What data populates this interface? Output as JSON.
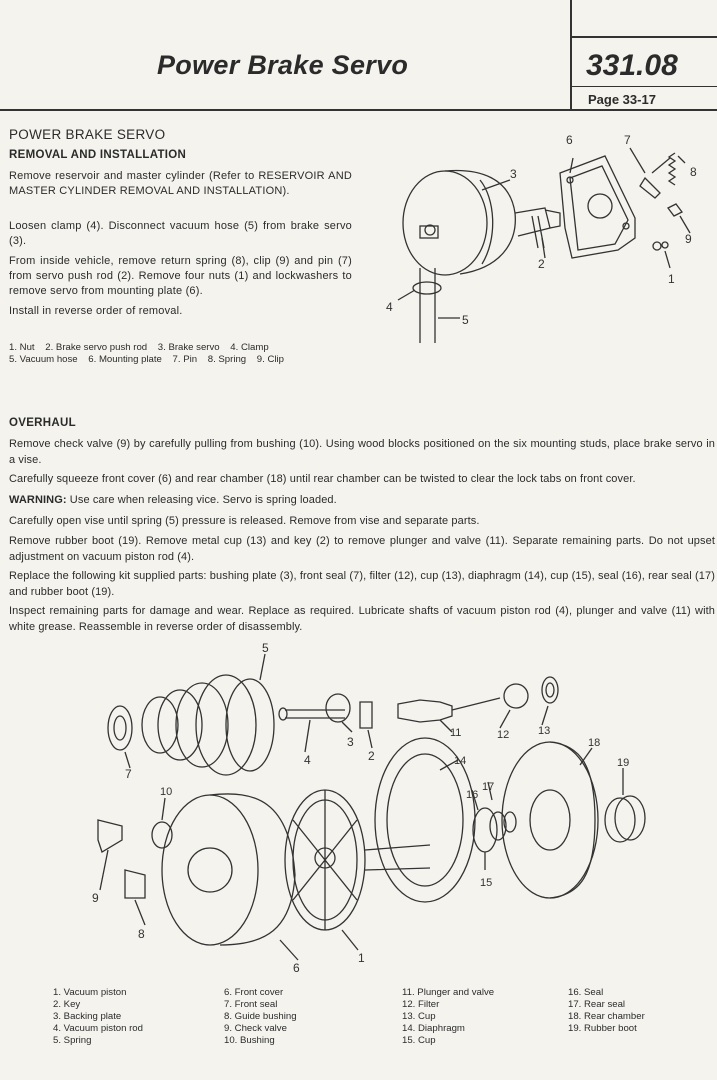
{
  "header": {
    "title": "Power Brake Servo",
    "doc_number": "331.08",
    "page": "Page 33-17"
  },
  "section1": {
    "heading": "POWER BRAKE SERVO",
    "subheading": "REMOVAL AND INSTALLATION",
    "paragraphs": [
      "Remove reservoir and master cylinder (Refer to RESERVOIR AND MASTER CYLINDER REMOVAL AND INSTALLATION).",
      "Loosen clamp (4). Disconnect vacuum hose (5) from brake servo (3).",
      "From inside vehicle, remove return spring (8), clip (9) and pin (7) from servo push rod (2). Remove four nuts (1) and lockwashers to remove servo from mounting plate (6).",
      "Install in reverse order of removal."
    ],
    "legend_line1": "1. Nut    2. Brake servo push rod    3. Brake servo    4. Clamp",
    "legend_line2": "5. Vacuum hose    6. Mounting plate    7. Pin    8. Spring    9. Clip",
    "figure_labels": [
      "1",
      "2",
      "3",
      "4",
      "5",
      "6",
      "7",
      "8",
      "9"
    ]
  },
  "section2": {
    "heading": "OVERHAUL",
    "paragraphs": [
      "Remove check valve (9) by carefully pulling from bushing (10). Using wood blocks positioned on the six mounting studs, place brake servo in a vise.",
      "Carefully squeeze front cover (6) and rear chamber (18) until rear chamber can be twisted to clear the lock tabs on front cover.",
      "Carefully open vise until spring (5) pressure is released. Remove from vise and separate parts.",
      "Remove rubber boot (19). Remove metal cup (13) and key (2) to remove plunger and valve (11). Separate remaining parts. Do not upset adjustment on vacuum piston rod (4).",
      "Replace the following kit supplied parts: bushing plate (3), front seal (7), filter (12), cup (13), diaphragm (14), cup (15), seal (16), rear seal (17) and rubber boot (19).",
      "Inspect remaining parts for damage and wear. Replace as required. Lubricate shafts of vacuum piston rod (4), plunger and valve (11) with white grease. Reassemble in reverse order of disassembly."
    ],
    "warning_label": "WARNING:",
    "warning_text": " Use care when releasing vice. Servo is spring loaded.",
    "figure_labels": [
      "1",
      "2",
      "3",
      "4",
      "5",
      "6",
      "7",
      "8",
      "9",
      "10",
      "11",
      "12",
      "13",
      "14",
      "15",
      "16",
      "17",
      "18",
      "19"
    ],
    "parts_columns": [
      [
        "1. Vacuum piston",
        "2. Key",
        "3. Backing plate",
        "4. Vacuum piston rod",
        "5. Spring"
      ],
      [
        "6. Front cover",
        "7. Front seal",
        "8. Guide bushing",
        "9. Check valve",
        "10. Bushing"
      ],
      [
        "11. Plunger and valve",
        "12. Filter",
        "13. Cup",
        "14. Diaphragm",
        "15. Cup"
      ],
      [
        "16. Seal",
        "17. Rear seal",
        "18. Rear chamber",
        "19. Rubber boot"
      ]
    ]
  }
}
